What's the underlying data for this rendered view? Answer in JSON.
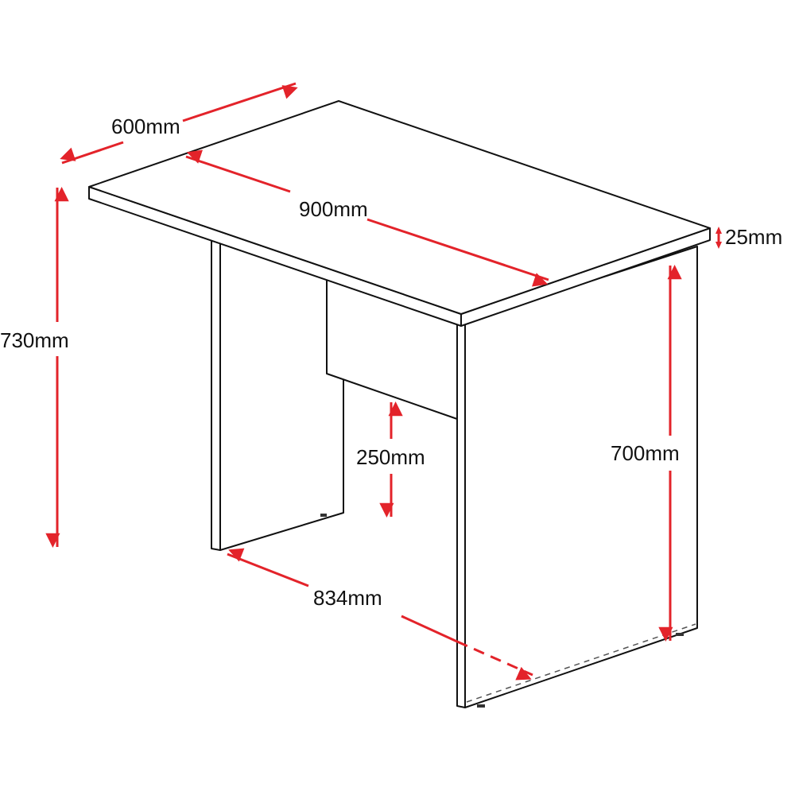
{
  "title": "Desk dimensions diagram",
  "accent_color": "#e3232a",
  "dimensions": {
    "depth": "600mm",
    "width": "900mm",
    "top_thickness": "25mm",
    "total_height": "730mm",
    "leg_height": "700mm",
    "modesty_gap": "250mm",
    "leg_clearance": "834mm"
  }
}
